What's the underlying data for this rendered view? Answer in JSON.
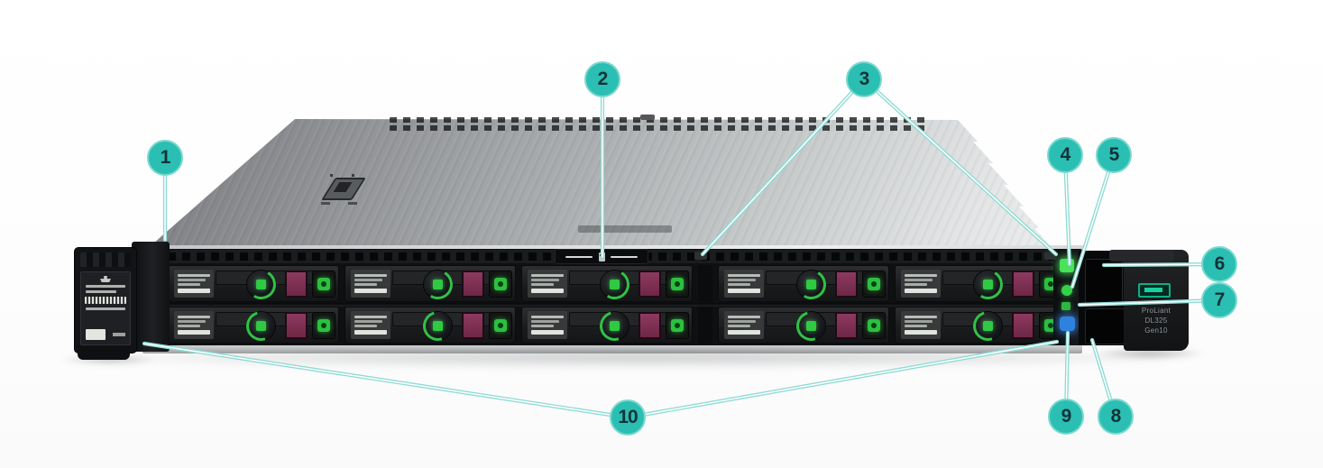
{
  "diagram": {
    "type": "hardware-callout-diagram",
    "subject": "HPE ProLiant 1U rack server, front view with numbered component callouts",
    "callouts": {
      "c1": "1",
      "c2": "2",
      "c3": "3",
      "c4": "4",
      "c5": "5",
      "c6": "6",
      "c7": "7",
      "c8": "8",
      "c9": "9",
      "c10": "10"
    },
    "right_ear_label": {
      "line1": "ProLiant",
      "line2": "DL325",
      "line3": "Gen10"
    },
    "icons": [
      {
        "name": "hpe-logo-icon",
        "color": "#19cf9f"
      },
      {
        "name": "power-led-icon",
        "color": "#49e25b"
      },
      {
        "name": "health-led-icon",
        "color": "#37d149"
      },
      {
        "name": "nic-status-led-icon",
        "color": "#2fb93f"
      },
      {
        "name": "uid-led-icon",
        "color": "#2e82dd"
      },
      {
        "name": "drive-release-latch-icon",
        "color": "#2fc944"
      },
      {
        "name": "drive-do-not-remove-icon",
        "color": "#2cc03f"
      }
    ],
    "colors": {
      "callout_fill": "#2abfb2",
      "callout_ring": "#7ad8cf",
      "callout_number": "#12333a",
      "leader_line": "#8edbd3",
      "leader_line_core": "#ffffff",
      "chassis_front": "#0f1012",
      "chassis_top_dark": "#7a7c7f",
      "chassis_top_light": "#eef0f0",
      "drive_status_maroon": "#7d3054",
      "background": "#ffffff"
    }
  }
}
